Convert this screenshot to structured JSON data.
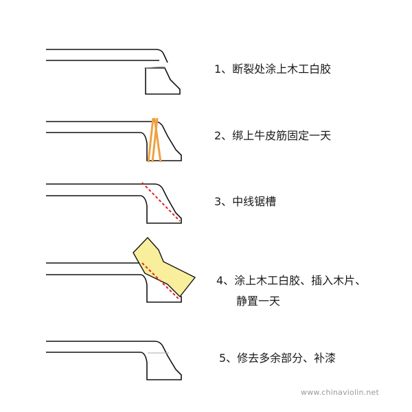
{
  "steps": [
    {
      "label": "1、断裂处涂上木工白胶"
    },
    {
      "label": "2、绑上牛皮筋固定一天"
    },
    {
      "label": "3、中线锯槽"
    },
    {
      "label_line1": "4、涂上木工白胶、插入木片、",
      "label_line2": "静置一天"
    },
    {
      "label": "5、修去多余部分、补漆"
    }
  ],
  "watermark": "www.chinaviolin.net",
  "colors": {
    "outline": "#111111",
    "rubber_band": "#f0a040",
    "saw_line": "#e02020",
    "wood_insert_fill": "#f8ee9c"
  }
}
